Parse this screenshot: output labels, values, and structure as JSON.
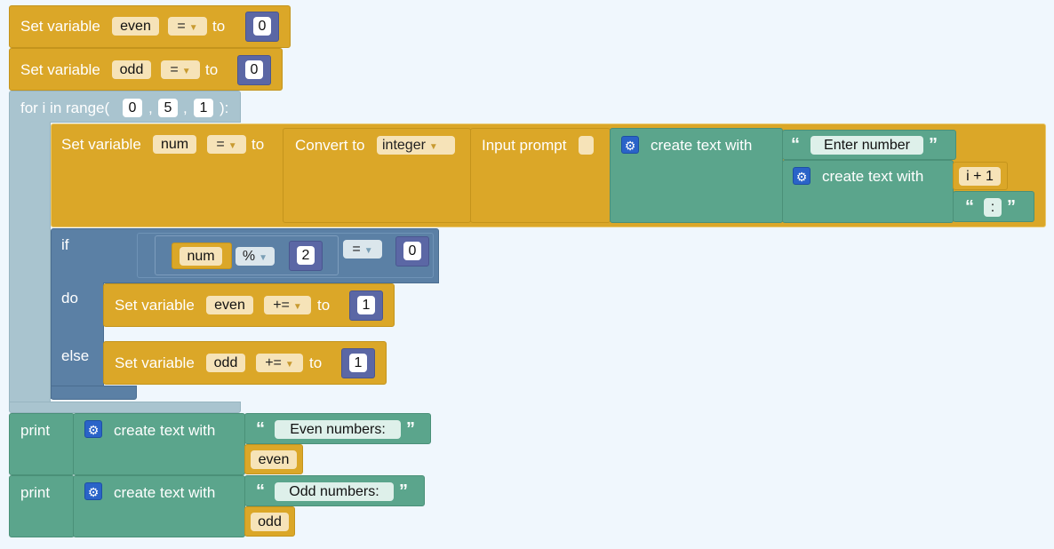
{
  "blocks": {
    "set_even": {
      "label": "Set variable",
      "var": "even",
      "op": "=",
      "to": "to",
      "value": "0"
    },
    "set_odd": {
      "label": "Set variable",
      "var": "odd",
      "op": "=",
      "to": "to",
      "value": "0"
    },
    "for_loop": {
      "prefix": "for i in range(",
      "start": "0",
      "comma1": ",",
      "stop": "5",
      "comma2": ",",
      "step": "1",
      "suffix": "):"
    },
    "set_num": {
      "label": "Set variable",
      "var": "num",
      "op": "=",
      "to": "to"
    },
    "convert": {
      "label": "Convert to",
      "type": "integer"
    },
    "input_prompt": {
      "label": "Input prompt"
    },
    "create_text_1": {
      "label": "create text with",
      "text": "Enter number"
    },
    "create_text_2": {
      "label": "create text with",
      "expr": "i + 1",
      "colon": ":"
    },
    "if_block": {
      "if": "if",
      "do": "do",
      "else": "else",
      "var": "num",
      "mod_op": "%",
      "mod_val": "2",
      "cmp_op": "=",
      "cmp_val": "0"
    },
    "do_set": {
      "label": "Set variable",
      "var": "even",
      "op": "+=",
      "to": "to",
      "value": "1"
    },
    "else_set": {
      "label": "Set variable",
      "var": "odd",
      "op": "+=",
      "to": "to",
      "value": "1"
    },
    "print_even": {
      "label": "print",
      "create": "create text with",
      "text": "Even numbers:",
      "var": "even"
    },
    "print_odd": {
      "label": "print",
      "create": "create text with",
      "text": "Odd numbers:",
      "var": "odd"
    }
  },
  "quotes": {
    "open": "“",
    "close": "”"
  },
  "icons": {
    "gear": "⚙",
    "caret": "▼"
  },
  "colors": {
    "variables": "#dba728",
    "text": "#5ba58c",
    "logic": "#5b80a5",
    "loops": "#a9c4cf",
    "math": "#5b67a5",
    "background": "#f0f7fd"
  }
}
